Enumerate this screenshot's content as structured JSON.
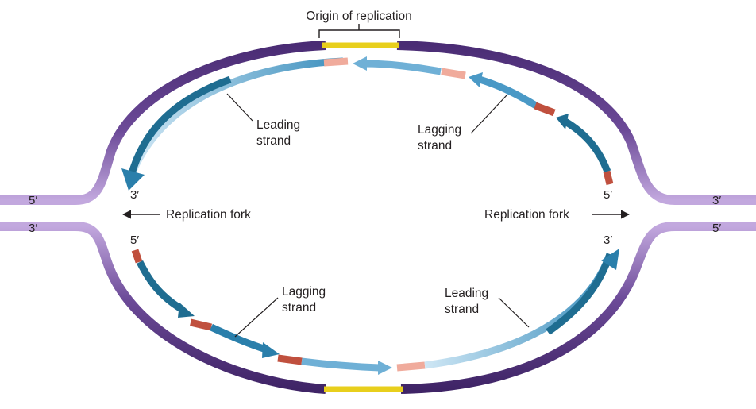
{
  "labels": {
    "origin": "Origin of replication",
    "leading_strand_top_1": "Leading",
    "leading_strand_top_2": "strand",
    "lagging_strand_top_1": "Lagging",
    "lagging_strand_top_2": "strand",
    "lagging_strand_bottom_1": "Lagging",
    "lagging_strand_bottom_2": "strand",
    "leading_strand_bottom_1": "Leading",
    "leading_strand_bottom_2": "strand",
    "fork_left": "Replication fork",
    "fork_right": "Replication fork"
  },
  "ends": {
    "top_left_outer": "5′",
    "top_left_inner": "3′",
    "top_right_outer": "3′",
    "top_right_inner": "5′",
    "bottom_left_outer": "3′",
    "bottom_left_inner": "5′",
    "bottom_right_outer": "5′",
    "bottom_right_inner": "3′"
  },
  "colors": {
    "parental_strand": "#5b3a86",
    "parental_strand_light": "#b69ad4",
    "origin_marker": "#e8cf1c",
    "new_strand_dark": "#1f6d91",
    "new_strand_light": "#8fc8e6",
    "rna_primer": "#c0503e",
    "rna_primer_light": "#f0ab9c"
  }
}
